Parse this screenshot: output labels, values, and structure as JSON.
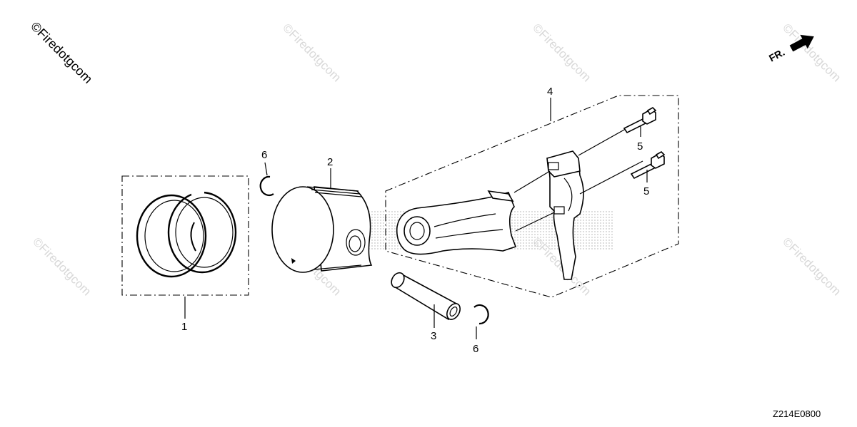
{
  "watermark": {
    "main": "©Firedotgcom",
    "faint": "©Firedotgcom"
  },
  "orientation": {
    "label": "FR.",
    "icon": "front-arrow-icon"
  },
  "diagram_code": "Z214E0800",
  "callouts": [
    {
      "id": "1",
      "label": "1"
    },
    {
      "id": "2",
      "label": "2"
    },
    {
      "id": "3",
      "label": "3"
    },
    {
      "id": "4",
      "label": "4"
    },
    {
      "id": "5a",
      "label": "5"
    },
    {
      "id": "5b",
      "label": "5"
    },
    {
      "id": "6a",
      "label": "6"
    },
    {
      "id": "6b",
      "label": "6"
    }
  ]
}
